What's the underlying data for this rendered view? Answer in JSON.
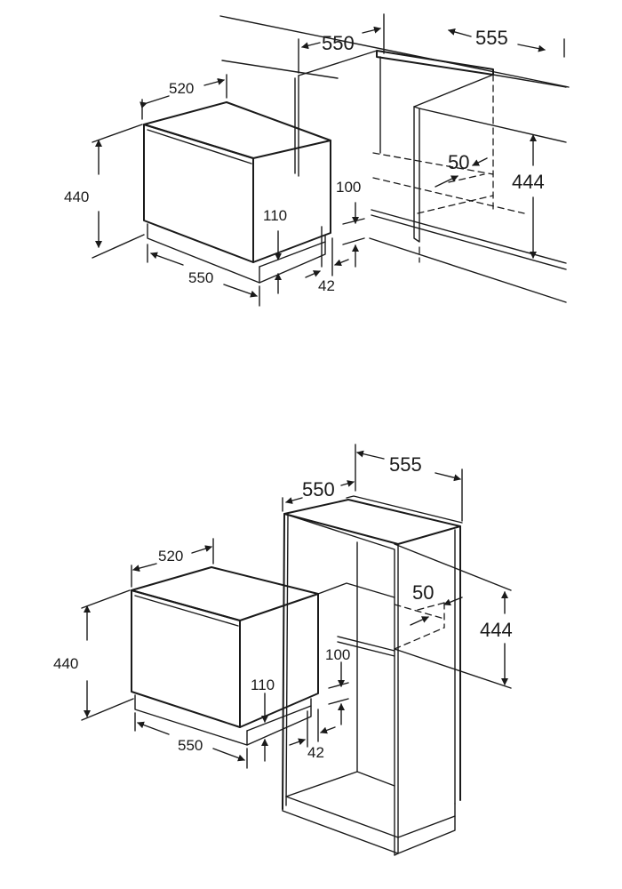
{
  "top_diagram": {
    "appliance": {
      "width": "520",
      "height": "440",
      "depth": "550",
      "plinth": "110"
    },
    "opening": {
      "width": "550",
      "depth": "555",
      "height": "444",
      "vent": "50",
      "gap": "100",
      "offset": "42"
    }
  },
  "bottom_diagram": {
    "appliance": {
      "width": "520",
      "height": "440",
      "depth": "550",
      "plinth": "110"
    },
    "opening": {
      "width": "550",
      "depth": "555",
      "height": "444",
      "vent": "50",
      "gap": "100",
      "offset": "42"
    }
  }
}
